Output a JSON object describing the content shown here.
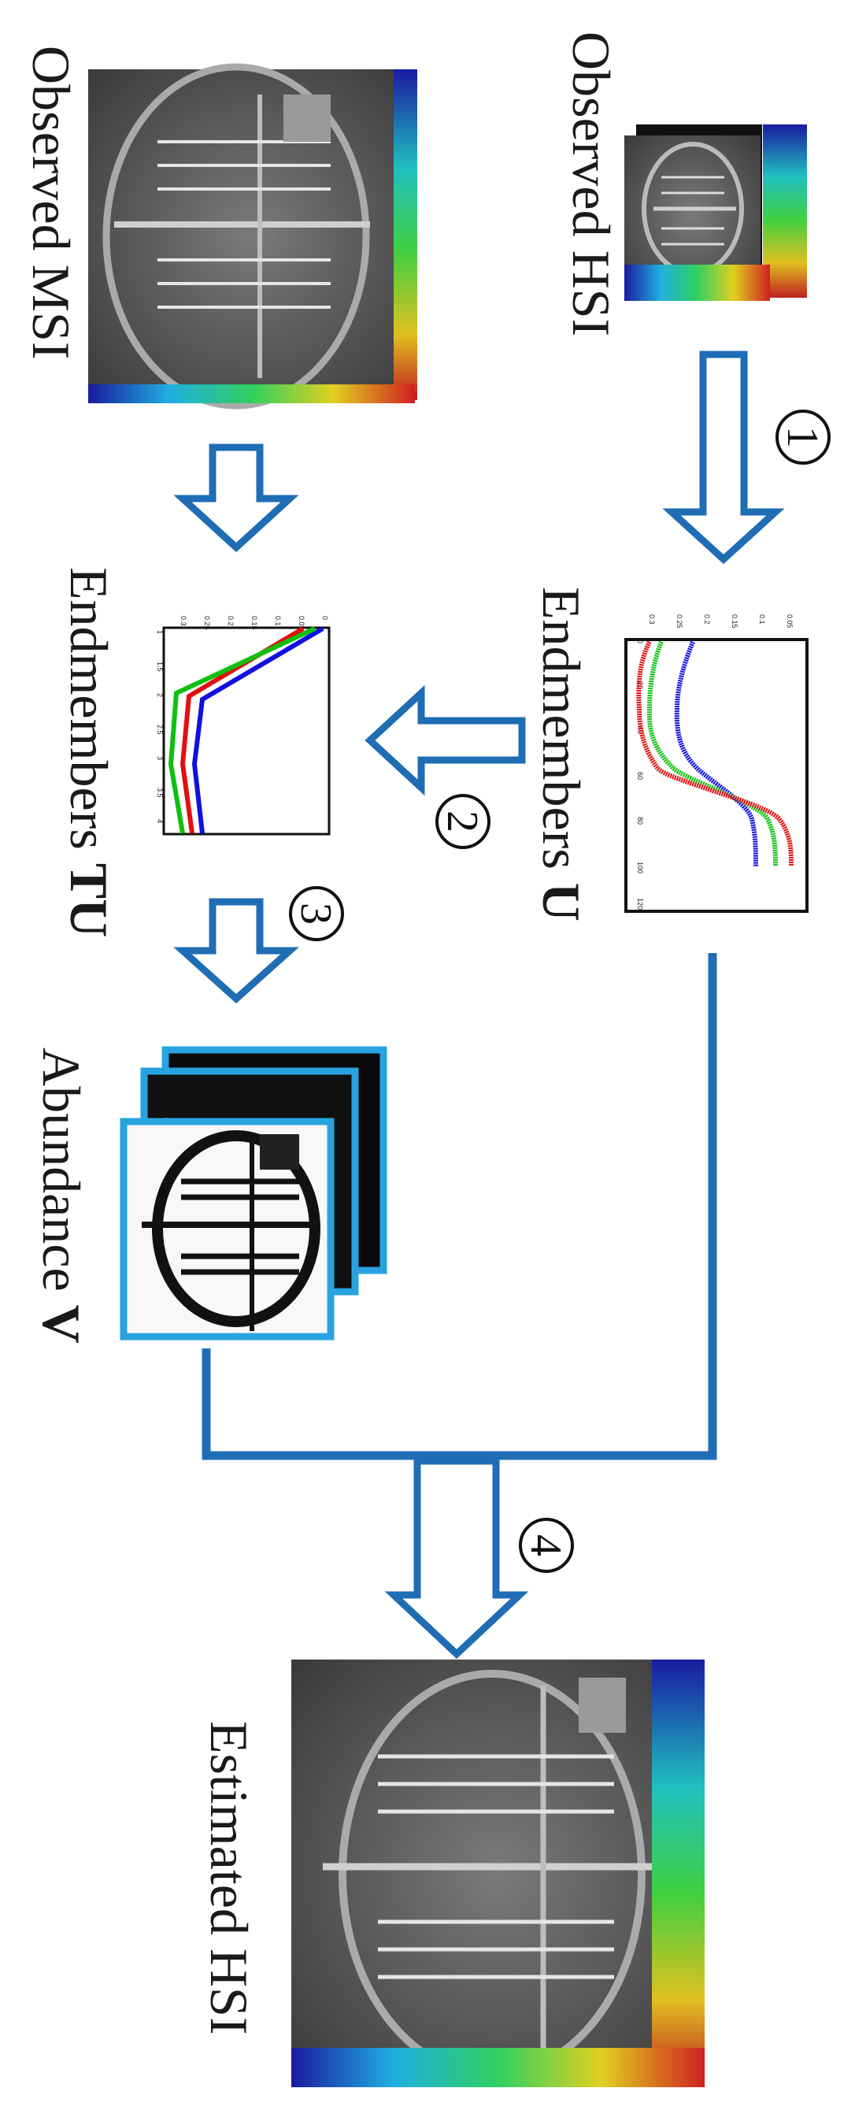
{
  "labels": {
    "observed_hsi": "Observed HSI",
    "observed_msi": "Observed MSI",
    "endmembers_u_prefix": "Endmembers ",
    "endmembers_u_symbol": "U",
    "endmembers_tu_prefix": "Endmembers ",
    "endmembers_tu_symbol": "TU",
    "abundance_prefix": "Abundance ",
    "abundance_symbol": "V",
    "estimated_hsi": "Estimated HSI"
  },
  "steps": [
    "1",
    "2",
    "3",
    "4"
  ],
  "plot_u": {
    "x_ticks": [
      "0",
      "20",
      "40",
      "60",
      "80",
      "100",
      "120"
    ],
    "y_ticks": [
      "0.05",
      "0.1",
      "0.15",
      "0.2",
      "0.25",
      "0.3"
    ]
  },
  "plot_tu": {
    "x_ticks": [
      "1",
      "1.5",
      "2",
      "2.5",
      "3",
      "3.5",
      "4"
    ],
    "y_ticks": [
      "0",
      "0.05",
      "0.1",
      "0.15",
      "0.2",
      "0.25",
      "0.3"
    ]
  },
  "colors": {
    "arrow": "#1f6db5",
    "frame": "#29a3e0",
    "series": [
      "#e01010",
      "#10c010",
      "#1010e0"
    ]
  }
}
